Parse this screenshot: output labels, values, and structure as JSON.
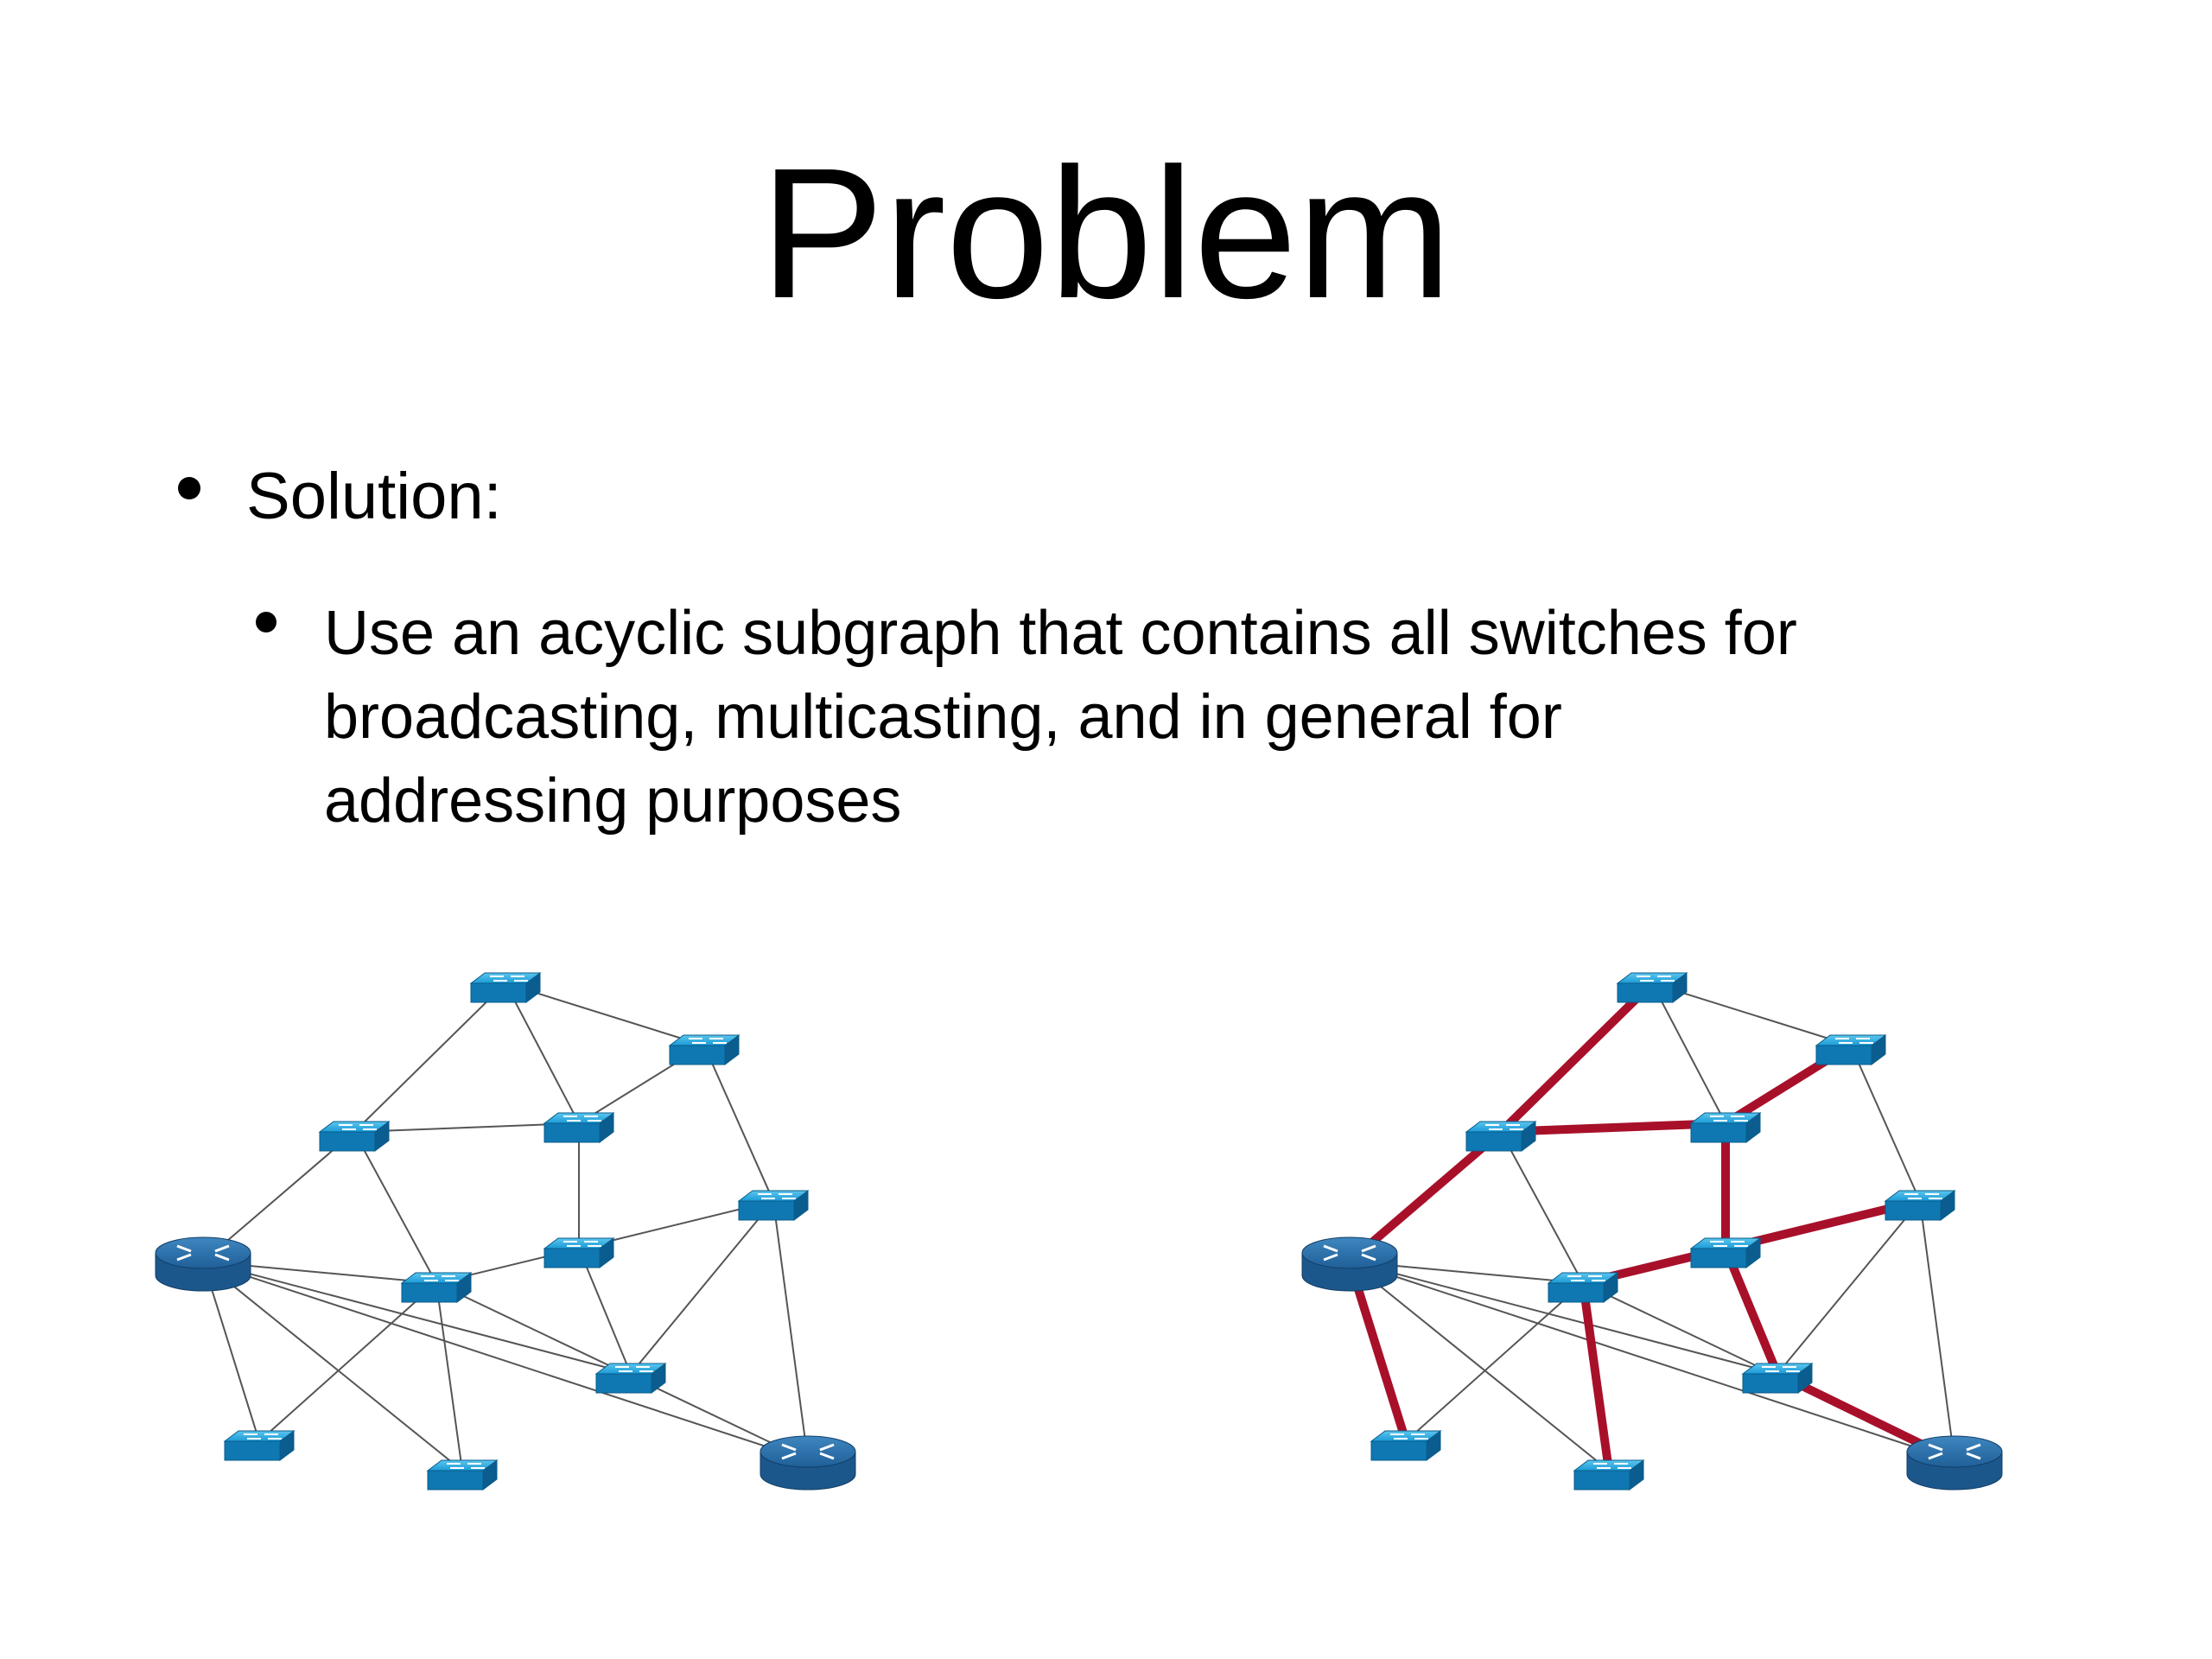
{
  "slide": {
    "title": "Problem",
    "bullets": [
      {
        "text": "Solution:",
        "sub_bullets": [
          {
            "lines": [
              "Use an acyclic subgraph that contains all switches for",
              "broadcasting, multicasting, and in general for",
              "addressing purposes"
            ]
          }
        ]
      }
    ]
  },
  "diagrams": [
    {
      "id": "full-network",
      "highlight_color": "#a8102a",
      "nodes": [
        {
          "id": "s1",
          "type": "switch"
        },
        {
          "id": "s2",
          "type": "switch"
        },
        {
          "id": "s3",
          "type": "switch"
        },
        {
          "id": "s4",
          "type": "switch"
        },
        {
          "id": "s5",
          "type": "switch"
        },
        {
          "id": "s6",
          "type": "switch"
        },
        {
          "id": "s7",
          "type": "switch"
        },
        {
          "id": "s8",
          "type": "switch"
        },
        {
          "id": "s9",
          "type": "switch"
        },
        {
          "id": "s10",
          "type": "switch"
        },
        {
          "id": "s11",
          "type": "switch"
        },
        {
          "id": "r1",
          "type": "router"
        },
        {
          "id": "r2",
          "type": "router"
        }
      ],
      "edges": [
        [
          "s1",
          "s2"
        ],
        [
          "s1",
          "s3"
        ],
        [
          "s1",
          "s4"
        ],
        [
          "s2",
          "s4"
        ],
        [
          "s3",
          "s4"
        ],
        [
          "s3",
          "r1"
        ],
        [
          "s3",
          "s8"
        ],
        [
          "s4",
          "s6"
        ],
        [
          "s6",
          "s5"
        ],
        [
          "s6",
          "s9"
        ],
        [
          "s2",
          "s5"
        ],
        [
          "s5",
          "s9"
        ],
        [
          "s5",
          "r2"
        ],
        [
          "s8",
          "s6"
        ],
        [
          "s9",
          "s7"
        ],
        [
          "r1",
          "s8"
        ],
        [
          "r1",
          "s9"
        ],
        [
          "r1",
          "s10"
        ],
        [
          "r1",
          "s11"
        ],
        [
          "r1",
          "r2"
        ],
        [
          "s8",
          "s10"
        ],
        [
          "s8",
          "s11"
        ],
        [
          "s8",
          "r2"
        ]
      ],
      "tree_edges": []
    },
    {
      "id": "spanning-tree",
      "highlight_color": "#a8102a",
      "nodes": [
        {
          "id": "s1",
          "type": "switch"
        },
        {
          "id": "s2",
          "type": "switch"
        },
        {
          "id": "s3",
          "type": "switch"
        },
        {
          "id": "s4",
          "type": "switch"
        },
        {
          "id": "s5",
          "type": "switch"
        },
        {
          "id": "s6",
          "type": "switch"
        },
        {
          "id": "s7",
          "type": "switch"
        },
        {
          "id": "s8",
          "type": "switch"
        },
        {
          "id": "s9",
          "type": "switch"
        },
        {
          "id": "s10",
          "type": "switch"
        },
        {
          "id": "s11",
          "type": "switch"
        },
        {
          "id": "r1",
          "type": "router"
        },
        {
          "id": "r2",
          "type": "router"
        }
      ],
      "edges": [
        [
          "s1",
          "s2"
        ],
        [
          "s1",
          "s3"
        ],
        [
          "s1",
          "s4"
        ],
        [
          "s2",
          "s4"
        ],
        [
          "s3",
          "s4"
        ],
        [
          "s3",
          "r1"
        ],
        [
          "s3",
          "s8"
        ],
        [
          "s4",
          "s6"
        ],
        [
          "s6",
          "s5"
        ],
        [
          "s6",
          "s9"
        ],
        [
          "s2",
          "s5"
        ],
        [
          "s5",
          "s9"
        ],
        [
          "s5",
          "r2"
        ],
        [
          "s8",
          "s6"
        ],
        [
          "s9",
          "s7"
        ],
        [
          "r1",
          "s8"
        ],
        [
          "r1",
          "s9"
        ],
        [
          "r1",
          "s10"
        ],
        [
          "r1",
          "s11"
        ],
        [
          "r1",
          "r2"
        ],
        [
          "s8",
          "s10"
        ],
        [
          "s8",
          "s11"
        ],
        [
          "s8",
          "r2"
        ]
      ],
      "tree_edges": [
        [
          "s1",
          "s3"
        ],
        [
          "s3",
          "s4"
        ],
        [
          "s4",
          "s2"
        ],
        [
          "s3",
          "r1"
        ],
        [
          "s4",
          "s6"
        ],
        [
          "s6",
          "s5"
        ],
        [
          "s6",
          "s8"
        ],
        [
          "s6",
          "s9"
        ],
        [
          "r1",
          "s10"
        ],
        [
          "s8",
          "s11"
        ],
        [
          "s9",
          "r2"
        ]
      ]
    }
  ]
}
